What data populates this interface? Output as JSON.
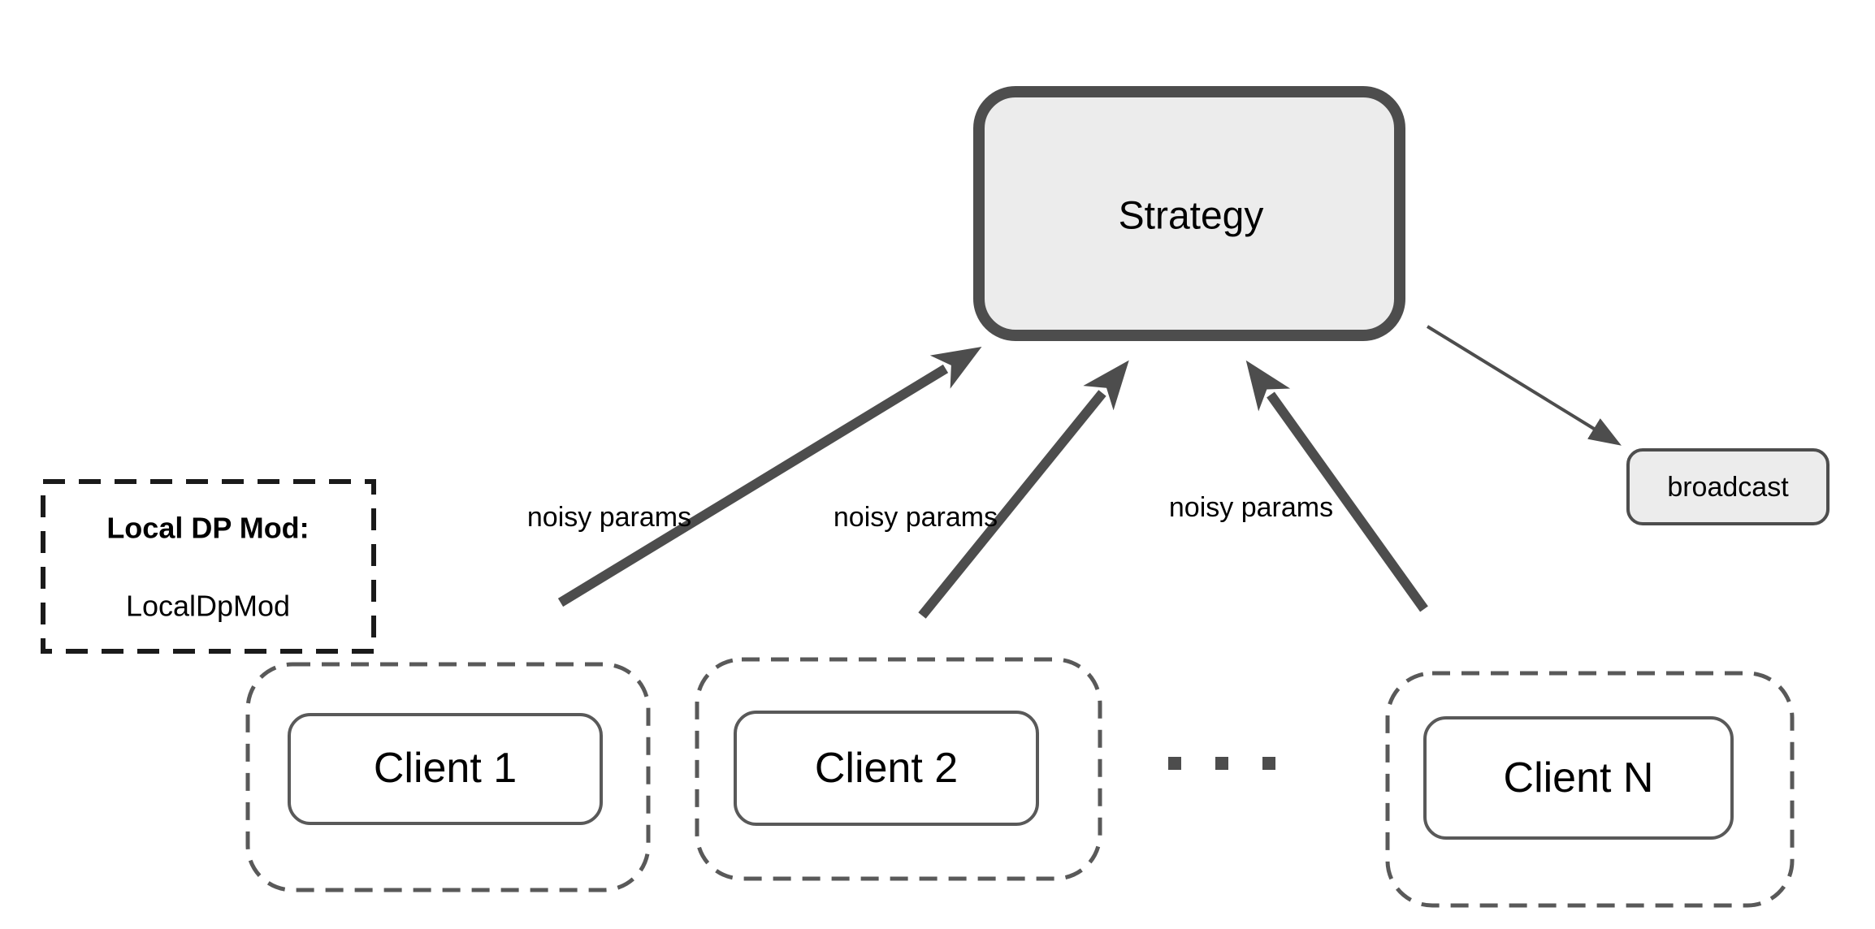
{
  "diagram": {
    "strategy": {
      "label": "Strategy"
    },
    "broadcast": {
      "label": "broadcast"
    },
    "local_dp_mod": {
      "title": "Local DP Mod:",
      "value": "LocalDpMod"
    },
    "clients": [
      {
        "label": "Client 1"
      },
      {
        "label": "Client 2"
      },
      {
        "label": "Client N"
      }
    ],
    "edge_labels": [
      "noisy params",
      "noisy params",
      "noisy params"
    ],
    "colors": {
      "arrow": "#4d4d4d",
      "node_border": "#4d4d4d",
      "node_fill": "#ececec",
      "dashed_gray": "#595959",
      "dashed_black": "#1a1a1a",
      "text": "#000000",
      "background": "#ffffff"
    }
  }
}
